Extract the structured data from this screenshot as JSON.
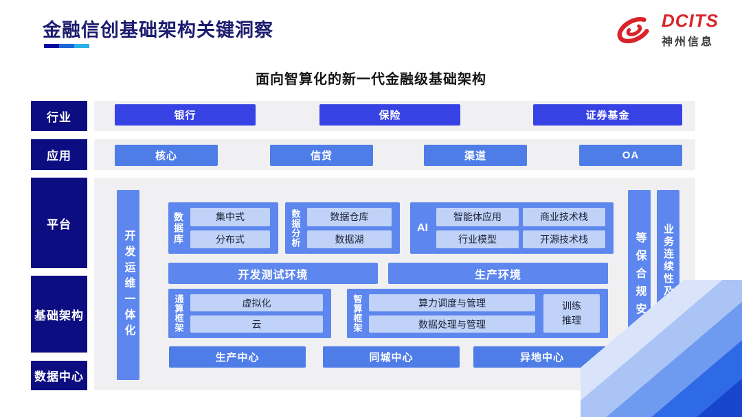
{
  "slide": {
    "title": "金融信创基础架构关键洞察",
    "subtitle": "面向智算化的新一代金融级基础架构",
    "logo": {
      "brand": "DCITS",
      "brand_cn": "神州信息"
    }
  },
  "rows": {
    "industry": {
      "label": "行业",
      "items": [
        "银行",
        "保险",
        "证券基金"
      ]
    },
    "application": {
      "label": "应用",
      "items": [
        "核心",
        "信贷",
        "渠道",
        "OA"
      ]
    },
    "platform": {
      "label": "平台"
    },
    "infrastructure": {
      "label": "基础架构"
    },
    "datacenter": {
      "label": "数据中心"
    }
  },
  "main": {
    "devops_bar": "开发运维一体化",
    "security_bar": "等保合规安全",
    "continuity_bar": "业务连续性及数据保护",
    "database": {
      "label": "数据库",
      "items": [
        "集中式",
        "分布式"
      ]
    },
    "analytics": {
      "label": "数据分析",
      "items": [
        "数据仓库",
        "数据湖"
      ]
    },
    "ai": {
      "label": "AI",
      "items": [
        "智能体应用",
        "商业技术栈",
        "行业模型",
        "开源技术栈"
      ]
    },
    "dev_env": "开发测试环境",
    "prod_env": "生产环境",
    "general_compute": {
      "label": "通算框架",
      "items": [
        "虚拟化",
        "云"
      ]
    },
    "ai_compute": {
      "label": "智算框架",
      "items": [
        "算力调度与管理",
        "数据处理与管理"
      ],
      "side_lines": [
        "训练",
        "推理"
      ]
    },
    "centers": [
      "生产中心",
      "同城中心",
      "异地中心"
    ]
  },
  "colors": {
    "label_navy": "#0d0d82",
    "title_navy": "#1c1c70",
    "vivid_blue": "#3742e4",
    "medium_blue": "#4f7de8",
    "container_blue": "#5d87ee",
    "light_blue": "#c0d2f8",
    "strip_gray": "#f0f0f2",
    "logo_red": "#d8232a"
  }
}
